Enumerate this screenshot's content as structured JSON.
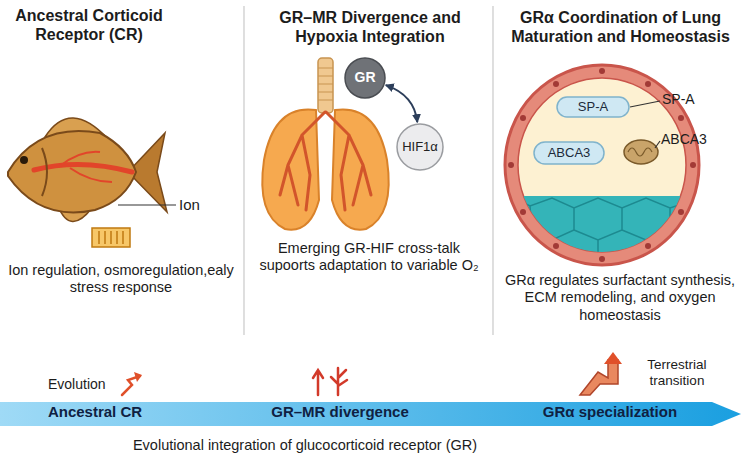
{
  "diagram": {
    "caption": "Evolutional integration of glucocorticoid receptor (GR)",
    "nodes": [
      {
        "text": [
          "GR"
        ]
      },
      {
        "text": [
          "HIF1α"
        ]
      },
      {
        "text": [
          "SP-A"
        ]
      },
      {
        "text": [
          "ABCA3"
        ]
      },
      {
        "text": [
          "Ancestral CR",
          "GR–MR divergence",
          "GRα specialization"
        ]
      }
    ],
    "edges": [
      {
        "from": 0,
        "to": 1,
        "arrow": "both"
      }
    ],
    "labels": [
      "Ancestral Corticoid Receptor (CR)",
      "Ion",
      "Ion regulation, osmoregulation,ealy stress response",
      "GR–MR Divergence and Hypoxia Integration",
      "Emerging GR-HIF cross-talk supoorts adaptation to variable O₂",
      "GRα Coordination of Lung Maturation and Homeostasis",
      "SP-A",
      "ABCA3",
      "GRα regulates surfactant synthesis, ECM remodeling, and oxygen homeostasis",
      "Evolution",
      "Terrestrial transition"
    ]
  }
}
